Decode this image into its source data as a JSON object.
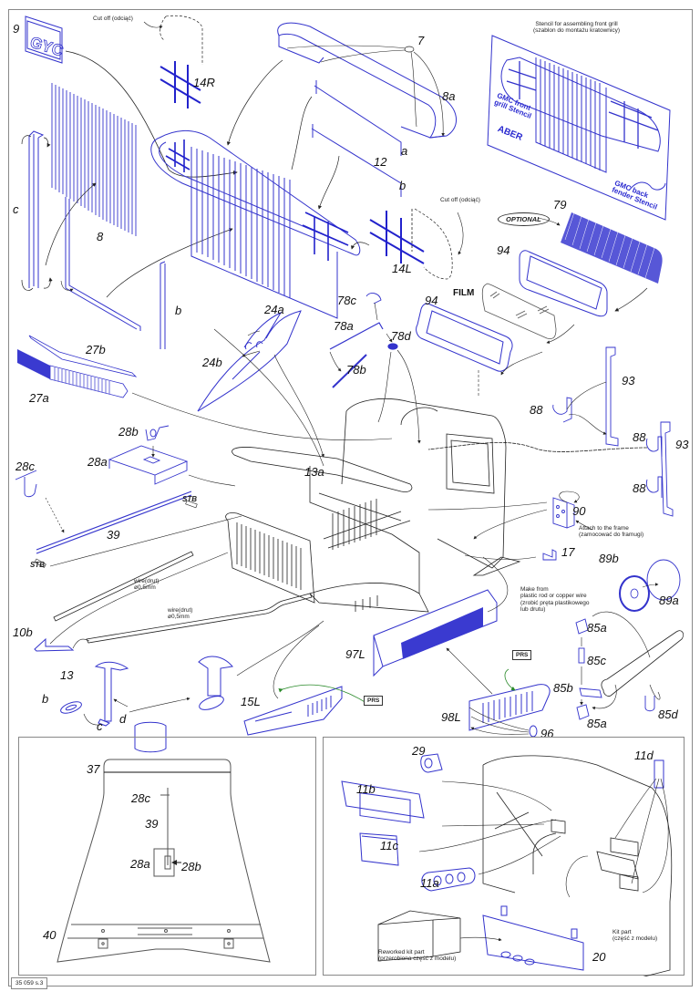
{
  "document": {
    "page_code": "35 059 s.3",
    "accent_color": "#3333cc",
    "line_color": "#222222"
  },
  "labels": {
    "p9": "9",
    "p14R": "14R",
    "p7": "7",
    "p8a": "8a",
    "p12": "12",
    "pa": "a",
    "pb_top": "b",
    "p14L": "14L",
    "pc": "c",
    "p8": "8",
    "pb_mid": "b",
    "p79": "79",
    "p94_top": "94",
    "p94_left": "94",
    "p78c": "78c",
    "p78a": "78a",
    "p78d": "78d",
    "p78b": "78b",
    "p24a": "24a",
    "p24b": "24b",
    "p27b": "27b",
    "p27a": "27a",
    "p28b": "28b",
    "p28a": "28a",
    "p28c": "28c",
    "p39": "39",
    "p13a": "13a",
    "p93_a": "93",
    "p88_a": "88",
    "p88_b": "88",
    "p93_b": "93",
    "p88_c": "88",
    "p90": "90",
    "p17": "17",
    "p89b": "89b",
    "p89a": "89a",
    "p85a_top": "85a",
    "p85c": "85c",
    "p85b": "85b",
    "p85a_bot": "85a",
    "p85d": "85d",
    "p10b": "10b",
    "p13": "13",
    "pb_low": "b",
    "pc_low": "c",
    "pd": "d",
    "p15L": "15L",
    "p97L": "97L",
    "p98L": "98L",
    "p96": "96",
    "inset1": {
      "p37": "37",
      "p28c": "28c",
      "p39": "39",
      "p28a": "28a",
      "p28b": "28b",
      "p40": "40"
    },
    "inset2": {
      "p29": "29",
      "p11b": "11b",
      "p11c": "11c",
      "p11a": "11a",
      "p11d": "11d",
      "p20": "20"
    }
  },
  "notes": {
    "cutoff_top": "Cut off (odciąć)",
    "cutoff_right": "Cut off (odciąć)",
    "stencil_title": [
      "Stencil for assembling front grill",
      "(szablon do montażu kratownicy)"
    ],
    "stencil_front": [
      "GMC front",
      "grill Stencil"
    ],
    "stencil_brand": "ABER",
    "stencil_back": [
      "GMC back",
      "fender Stencil"
    ],
    "optional": "OPTIONAL",
    "film": "FILM",
    "stb_1": "STB",
    "stb_2": "STB",
    "wire_1": [
      "wire(drut)",
      "ø0,5mm"
    ],
    "wire_2": [
      "wire(drut)",
      "ø0,5mm"
    ],
    "attach_frame": [
      "Attach to the frame",
      "(zamocować do framugi)"
    ],
    "make_from": [
      "Make from",
      "plastic rod or copper wire",
      "(zrobić pręta plastikowego",
      " lub drutu)"
    ],
    "prs_1": "PRS",
    "prs_2": "PRS",
    "kit_part": [
      "Kit part",
      "(część z modelu)"
    ],
    "reworked": [
      "Reworked kit part",
      "(przerobiona część z modelu)"
    ]
  }
}
